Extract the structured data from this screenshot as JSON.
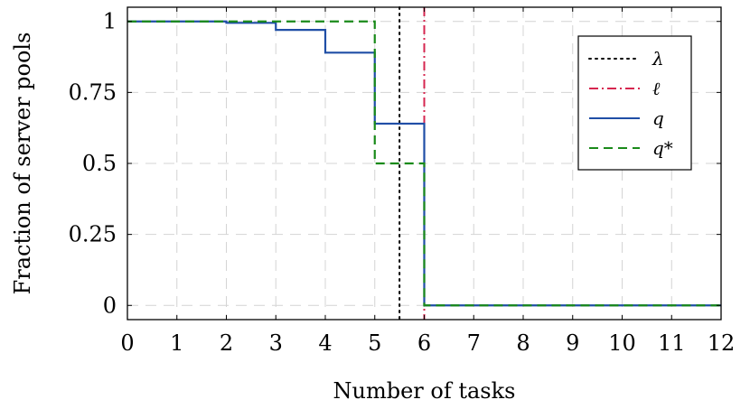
{
  "chart_data": {
    "type": "line",
    "xlabel": "Number of tasks",
    "ylabel": "Fraction of server pools",
    "xlim": [
      0,
      12
    ],
    "ylim": [
      -0.05,
      1.05
    ],
    "xticks": [
      0,
      1,
      2,
      3,
      4,
      5,
      6,
      7,
      8,
      9,
      10,
      11,
      12
    ],
    "yticks": [
      {
        "value": 0,
        "label": "0"
      },
      {
        "value": 0.25,
        "label": "0.25"
      },
      {
        "value": 0.5,
        "label": "0.5"
      },
      {
        "value": 0.75,
        "label": "0.75"
      },
      {
        "value": 1,
        "label": "1"
      }
    ],
    "grid": true,
    "legend_position": "top-right",
    "vertical_lines": [
      {
        "name": "λ",
        "x": 5.5,
        "color": "#000000",
        "style": "dotted"
      },
      {
        "name": "ℓ",
        "x": 6,
        "color": "#d6264f",
        "style": "dashdot"
      }
    ],
    "series": [
      {
        "name": "q",
        "color": "#1f4ea6",
        "style": "solid",
        "step": true,
        "x": [
          0,
          1,
          2,
          3,
          4,
          5,
          6,
          7,
          8,
          9,
          10,
          11,
          12
        ],
        "values": [
          1,
          1,
          0.995,
          0.97,
          0.89,
          0.64,
          0,
          0,
          0,
          0,
          0,
          0,
          0
        ]
      },
      {
        "name": "q*",
        "color": "#1a8a1a",
        "style": "dashed",
        "step": true,
        "x": [
          0,
          1,
          2,
          3,
          4,
          5,
          6,
          7,
          8,
          9,
          10,
          11,
          12
        ],
        "values": [
          1,
          1,
          1,
          1,
          1,
          0.5,
          0,
          0,
          0,
          0,
          0,
          0,
          0
        ]
      }
    ],
    "legend": [
      "λ",
      "ℓ",
      "q",
      "q*"
    ]
  }
}
